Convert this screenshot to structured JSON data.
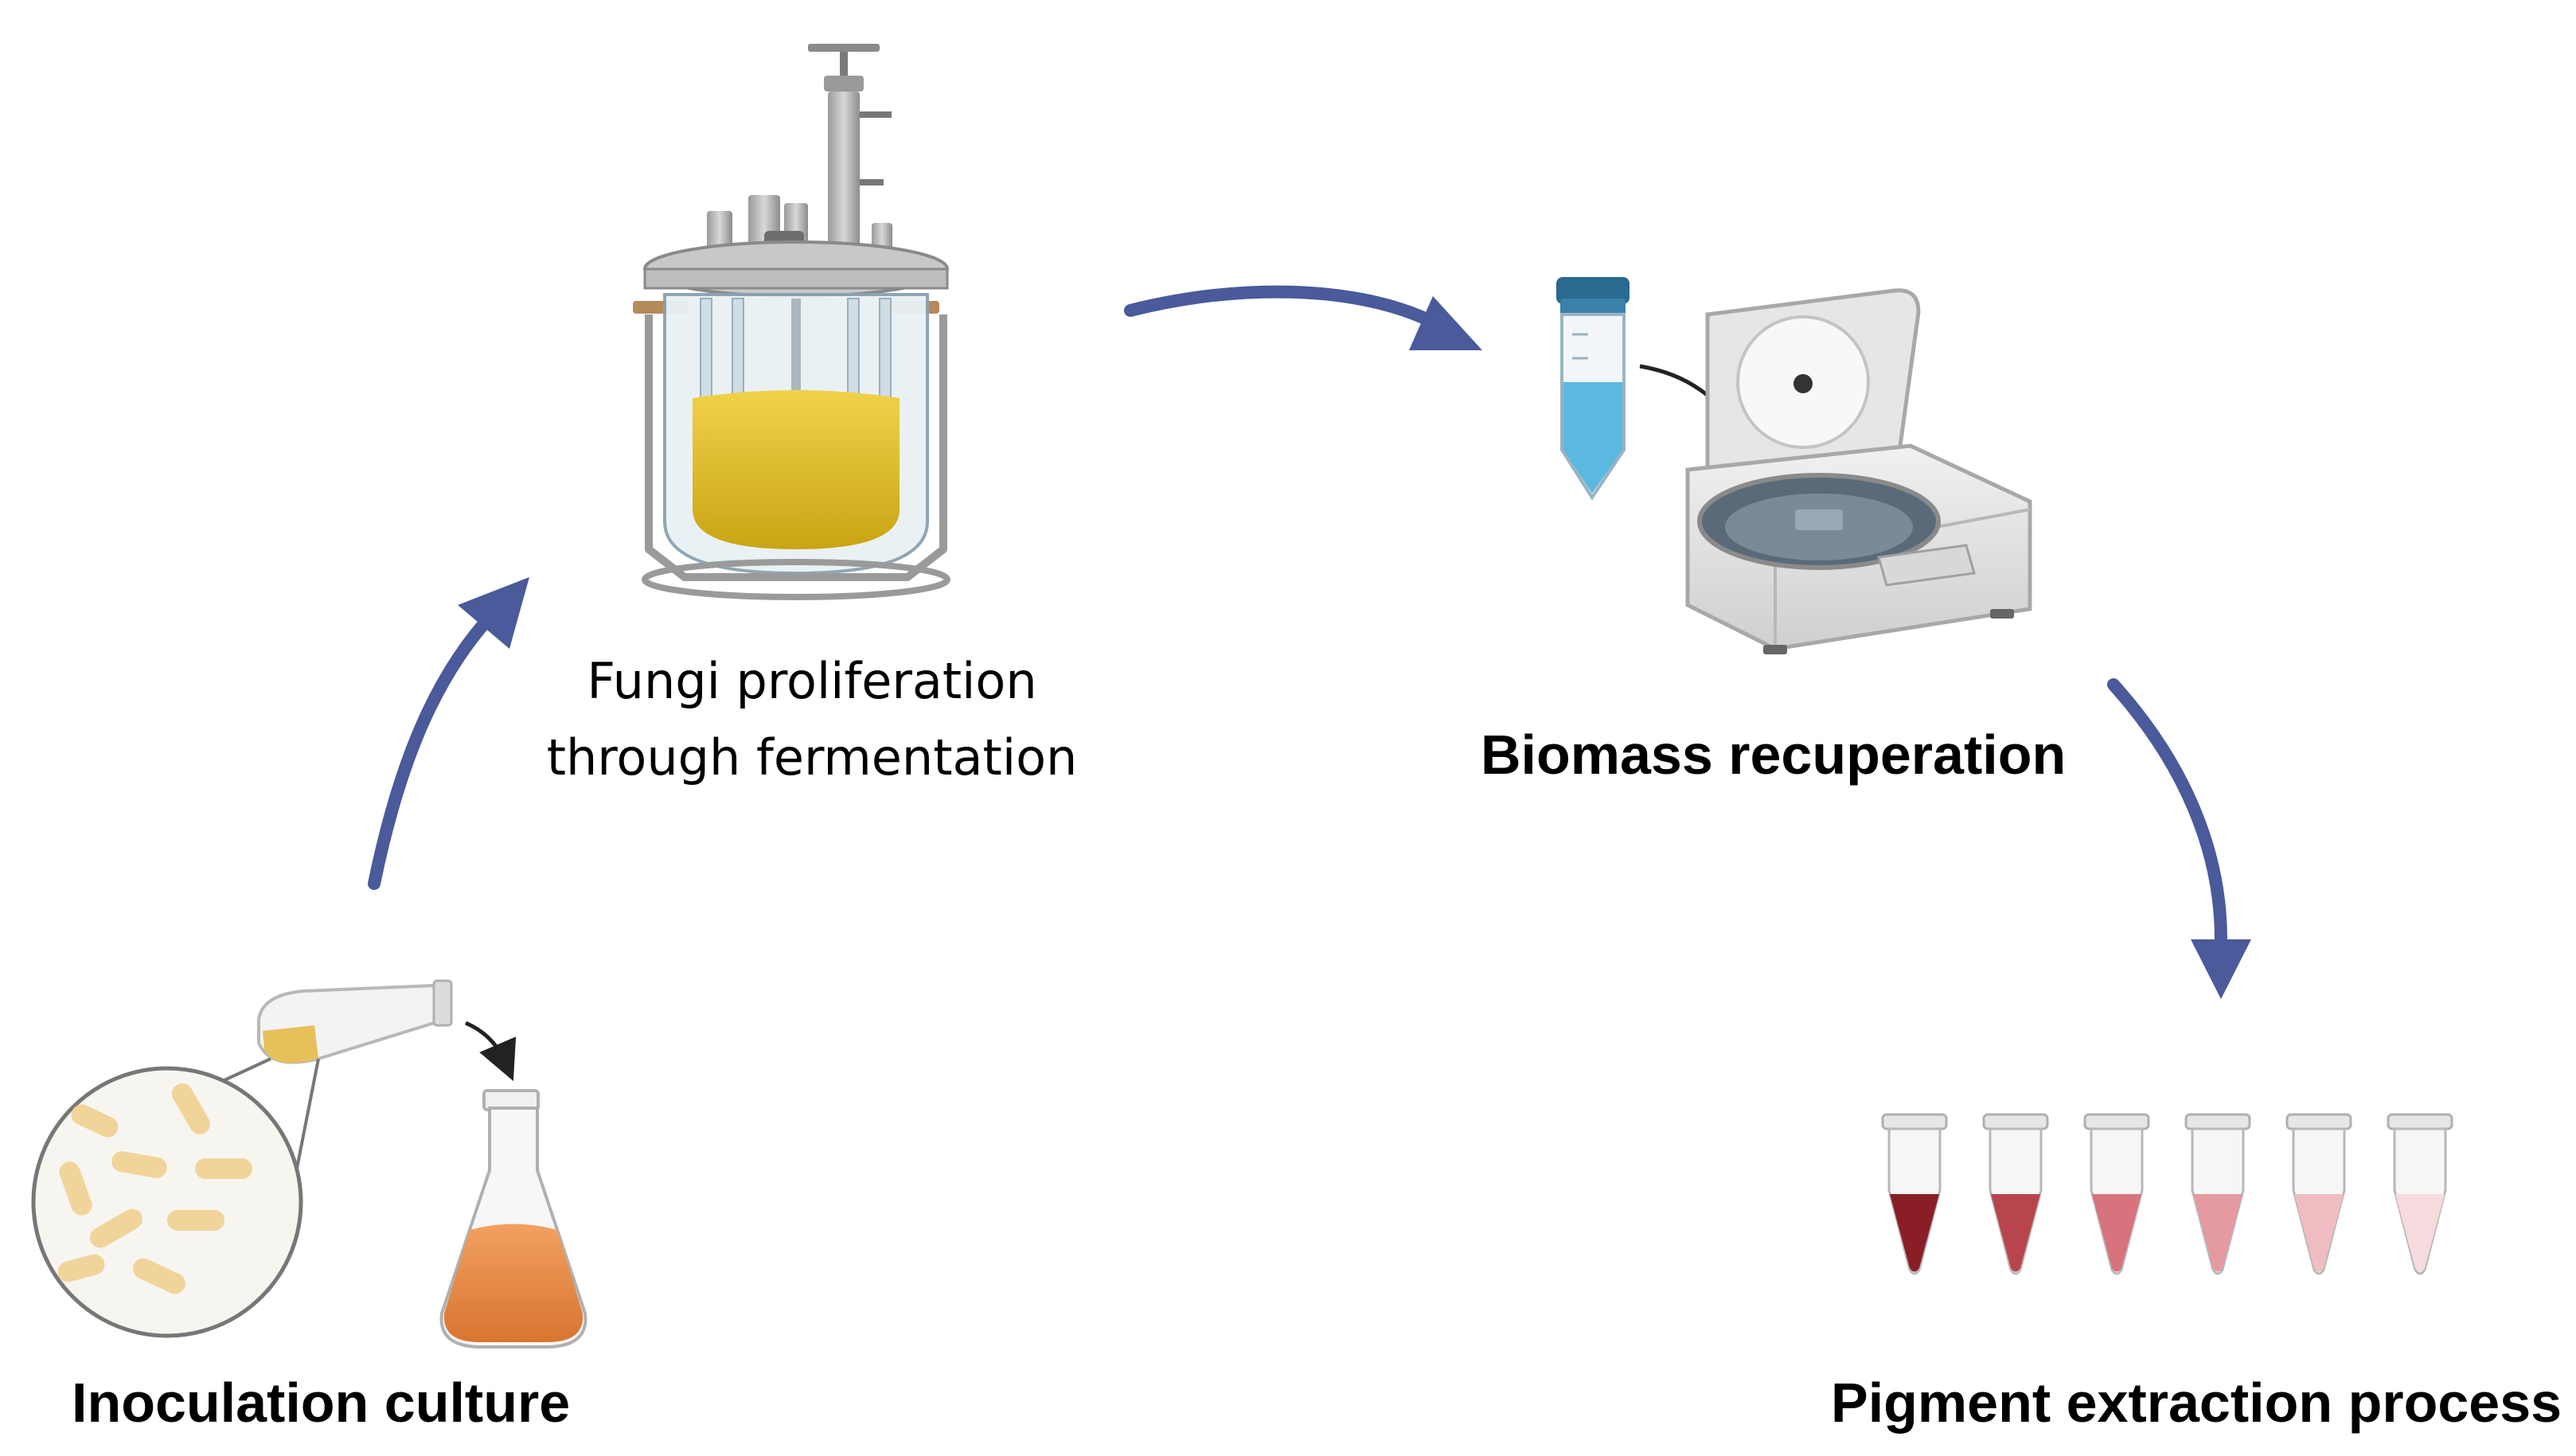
{
  "steps": {
    "fermentation": {
      "line1": "Fungi proliferation",
      "line2": "through fermentation"
    },
    "inoculation": {
      "label": "Inoculation culture"
    },
    "biomass": {
      "label": "Biomass recuperation"
    },
    "pigment": {
      "label": "Pigment extraction process"
    }
  },
  "colors": {
    "arrow": "#4a5a9a",
    "broth": "#e3c22a",
    "flask_liquid": "#e8883c",
    "inoculum": "#e8c05a",
    "tube_cap": "#2a6a90",
    "tube_liquid": "#5bb8e0",
    "pigment_gradient": [
      "#8a1e26",
      "#b8454e",
      "#d8727c",
      "#e59aa2",
      "#efbcc2",
      "#f6dade"
    ]
  },
  "icons": [
    "bioreactor-icon",
    "falcon-tube-icon",
    "centrifuge-icon",
    "pouring-flask-icon",
    "microscope-circle-icon",
    "erlenmeyer-flask-icon",
    "microtube-icon"
  ]
}
